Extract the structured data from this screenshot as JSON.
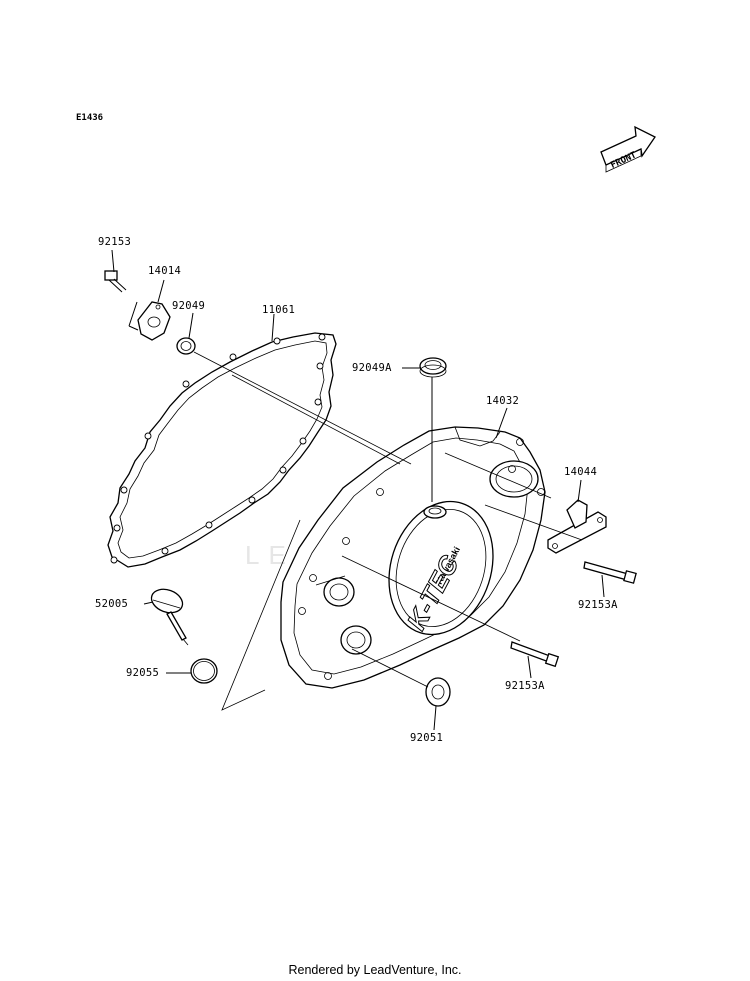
{
  "diagram": {
    "id": "E1436",
    "front_label": "FRONT",
    "watermark": "LEADVENTURE",
    "cover_brand": "Kawasaki",
    "cover_logo": "K-TEC"
  },
  "parts": [
    {
      "number": "92153"
    },
    {
      "number": "14014"
    },
    {
      "number": "92049"
    },
    {
      "number": "11061"
    },
    {
      "number": "92049A"
    },
    {
      "number": "14032"
    },
    {
      "number": "14044"
    },
    {
      "number": "92153A"
    },
    {
      "number": "52005"
    },
    {
      "number": "92055"
    },
    {
      "number": "92153A"
    },
    {
      "number": "92051"
    }
  ],
  "footer": "Rendered by LeadVenture, Inc."
}
